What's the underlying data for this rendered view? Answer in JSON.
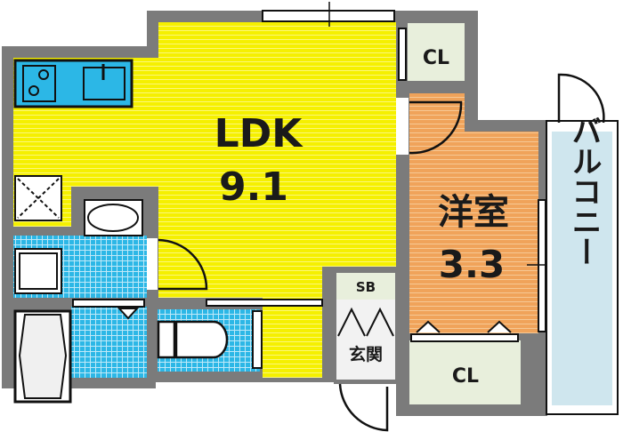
{
  "rooms": {
    "ldk": {
      "name": "LDK",
      "size": "9.1"
    },
    "western_room": {
      "name": "洋室",
      "size": "3.3"
    },
    "balcony": {
      "name": "バルコニー"
    },
    "closet_top": {
      "name": "CL"
    },
    "closet_bottom": {
      "name": "CL"
    },
    "shoe_box": {
      "name": "SB"
    },
    "entrance": {
      "name": "玄関"
    }
  },
  "colors": {
    "wall": "#7b7b7b",
    "ldk": "#f5f000",
    "western_room": "#f0a35a",
    "wet_area": "#2cb7e6",
    "balcony": "#cfe6ee",
    "closet": "#e8efdc"
  }
}
